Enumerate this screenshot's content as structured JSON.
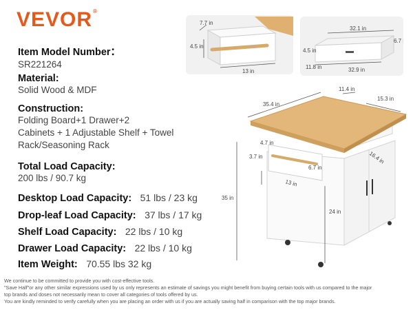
{
  "brand": {
    "name": "VEVOR",
    "reg_mark": "®"
  },
  "specs": [
    {
      "label": "Item Model Number：",
      "value": "SR221264"
    },
    {
      "label": "Material:",
      "value": "Solid Wood & MDF"
    },
    {
      "label": "Construction:",
      "value_lines": [
        "Folding Board+1 Drawer+2",
        "Cabinets + 1 Adjustable Shelf + Towel",
        "Rack/Seasoning Rack"
      ]
    },
    {
      "label": "Total Load Capacity:",
      "value": "200 lbs / 90.7 kg"
    },
    {
      "label": "Desktop Load Capacity:",
      "value": "51 lbs / 23 kg"
    },
    {
      "label": "Drop-leaf Load Capacity:",
      "value": "37 lbs / 17 kg"
    },
    {
      "label": "Shelf Load Capacity:",
      "value": "22 lbs / 10 kg"
    },
    {
      "label": "Drawer Load Capacity:",
      "value": "22 lbs / 10 kg"
    },
    {
      "label": "Item Weight:",
      "value": "70.55 lbs  32 kg"
    }
  ],
  "dimensions": {
    "rack_depth": "7.7 in",
    "rack_height": "4.5 in",
    "rack_width": "13 in",
    "drawer_top": "32.1 in",
    "drawer_height_right": "6.7 in",
    "drawer_height_left": "4.5 in",
    "drawer_depth": "11.8 in",
    "drawer_bottom": "32.9 in",
    "table_length": "35.4 in",
    "table_drawer_depth": "11.4 in",
    "table_side": "15.3 in",
    "table_width": "16.4 in",
    "towel_depth": "4.7 in",
    "towel_height": "3.7 in",
    "towel_side": "6.7 in",
    "towel_width": "13 in",
    "total_height": "35 in",
    "cabinet_height": "24 in"
  },
  "disclaimer": [
    "We continue to be committed to provide you with cost-effective tools.",
    "\"Save Half\"or any other similar expressions used by us only represents an estimate of savings you might benefit from buying certain tools with us compared to the major",
    "top brands and doses not necessarily mean to cover all categories of tools offered by us.",
    "You are kindly reminded to verify carefully when you are placing an order with us if you are actually saving half in comparison with the top major brands."
  ],
  "colors": {
    "brand": "#e35a1c",
    "wood": "#e3b77a",
    "cabinet": "#f7f7f7"
  }
}
